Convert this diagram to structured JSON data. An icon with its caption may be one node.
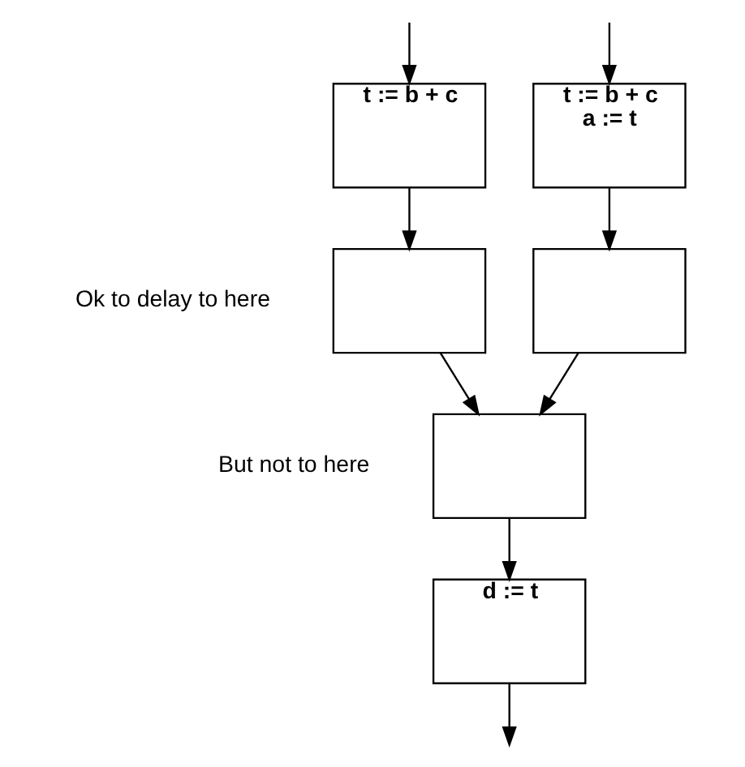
{
  "diagram": {
    "nodes": [
      {
        "text": [
          "t := b + c"
        ]
      },
      {
        "text": [
          "t := b + c",
          "a := t"
        ]
      },
      {
        "text": [],
        "shape": "box",
        "beside": [
          "Ok to delay to here"
        ]
      },
      {
        "text": [],
        "shape": "box"
      },
      {
        "text": [],
        "shape": "box",
        "beside": [
          "But not to here"
        ]
      },
      {
        "text": [
          "d := t"
        ]
      }
    ],
    "edges": [
      {
        "from": null,
        "to": 0,
        "arrow": "to"
      },
      {
        "from": null,
        "to": 1,
        "arrow": "to"
      },
      {
        "from": 0,
        "to": 2,
        "arrow": "to"
      },
      {
        "from": 1,
        "to": 3,
        "arrow": "to"
      },
      {
        "from": 2,
        "to": 4,
        "arrow": "to"
      },
      {
        "from": 3,
        "to": 4,
        "arrow": "to"
      },
      {
        "from": 4,
        "to": 5,
        "arrow": "to"
      },
      {
        "from": 5,
        "to": null,
        "arrow": "to"
      }
    ]
  }
}
